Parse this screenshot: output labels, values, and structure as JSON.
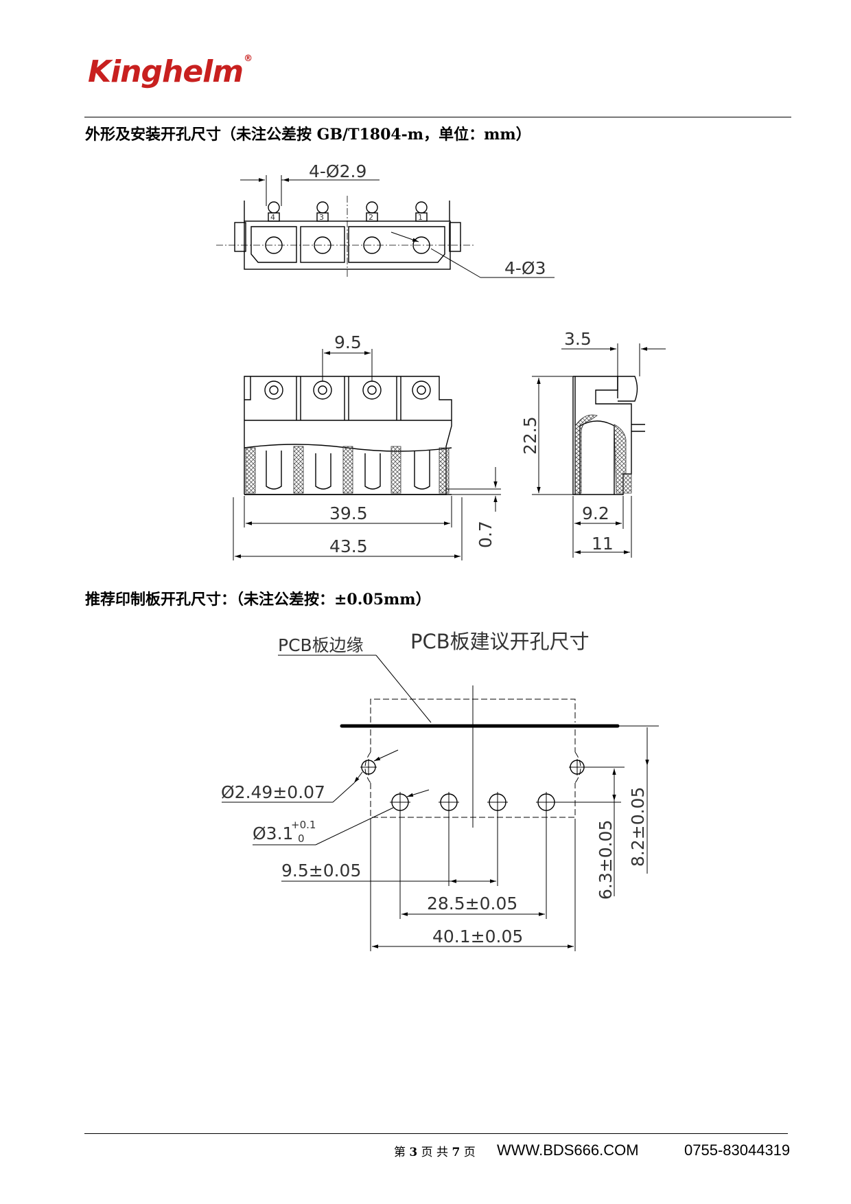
{
  "header": {
    "logo_text": "Kinghelm",
    "logo_mark": "®",
    "brand_color": "#c8201f"
  },
  "sections": {
    "outline_title": "外形及安装开孔尺寸（未注公差按 GB/T1804-m，单位：mm）",
    "pcb_title": "推荐印制板开孔尺寸：（未注公差按：±0.05mm）"
  },
  "drawing_top": {
    "hole_small": "4-Ø2.9",
    "hole_large": "4-Ø3",
    "pin_numbers": [
      "4",
      "3",
      "2",
      "1"
    ]
  },
  "drawing_front": {
    "pitch": "9.5",
    "width_inner": "39.5",
    "width_outer": "43.5",
    "offset": "0.7"
  },
  "drawing_side": {
    "depth_top": "3.5",
    "height": "22.5",
    "base_a": "9.2",
    "base_b": "11"
  },
  "drawing_pcb": {
    "edge_label": "PCB板边缘",
    "title": "PCB板建议开孔尺寸",
    "hole_a": "Ø2.49±0.07",
    "hole_b_main": "Ø3.1",
    "hole_b_tol_upper": "+0.1",
    "hole_b_tol_lower": "0",
    "pitch": "9.5±0.05",
    "span_pins": "28.5±0.05",
    "span_total": "40.1±0.05",
    "vert_a": "6.3±0.05",
    "vert_b": "8.2±0.05"
  },
  "footer": {
    "page_prefix": "第",
    "page_num": "3",
    "page_mid": "页 共",
    "page_total": "7",
    "page_suffix": "页",
    "website": "WWW.BDS666.COM",
    "phone": "0755-83044319"
  }
}
